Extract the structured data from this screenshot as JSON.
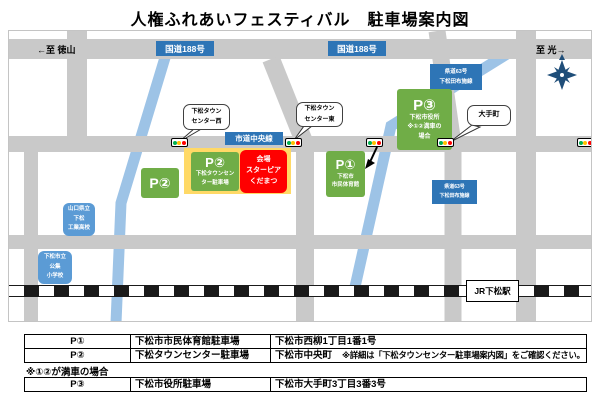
{
  "title": "人権ふれあいフェスティバル　駐車場案内図",
  "map": {
    "direction_left": "←至 徳山",
    "direction_right": "至 光→",
    "route188_label": "国道188号",
    "chuo_road_label": "市道中央線",
    "pref_road_label": {
      "line1": "県道63号",
      "line2": "下松田布施線"
    },
    "bubbles": {
      "west": {
        "line1": "下松タウン",
        "line2": "センター西"
      },
      "east": {
        "line1": "下松タウン",
        "line2": "センター東"
      },
      "otemachi": "大手町"
    },
    "parking": {
      "p1": {
        "badge": "P①",
        "line1": "下松市",
        "line2": "市民体育館"
      },
      "p2": {
        "badge": "P②",
        "line1": "下松タウンセン",
        "line2": "ター駐車場"
      },
      "p2_marker": "P②",
      "p3": {
        "badge": "P③",
        "line1": "下松市役所",
        "line2": "※①②満車の",
        "line3": "場合"
      }
    },
    "venue": {
      "line1": "会場",
      "line2": "スターピア",
      "line3": "くだまつ"
    },
    "schools": {
      "tech": {
        "line1": "山口県立",
        "line2": "下松",
        "line3": "工業高校"
      },
      "elem": {
        "line1": "下松市立",
        "line2": "公集",
        "line3": "小学校"
      }
    },
    "station": "JR下松駅"
  },
  "table": {
    "rows": [
      {
        "no": "P①",
        "name": "下松市市民体育館駐車場",
        "address": "下松市西柳1丁目1番1号",
        "note": ""
      },
      {
        "no": "P②",
        "name": "下松タウンセンター駐車場",
        "address": "下松市中央町",
        "note": "※詳細は「下松タウンセンター駐車場案内図」をご確認ください。"
      }
    ],
    "full_note": "※①②が満車の場合",
    "rows2": [
      {
        "no": "P③",
        "name": "下松市役所駐車場",
        "address": "下松市大手町3丁目3番3号",
        "note": ""
      }
    ]
  },
  "colors": {
    "road_gray": "#c9c9c9",
    "river_blue": "#9dc3e6",
    "parking_green": "#70ad47",
    "venue_red": "#ff0000",
    "label_blue": "#2e75b6",
    "school_blue": "#5b9bd5",
    "highlight_yellow": "#ffd966",
    "compass_navy": "#1f4e79"
  }
}
